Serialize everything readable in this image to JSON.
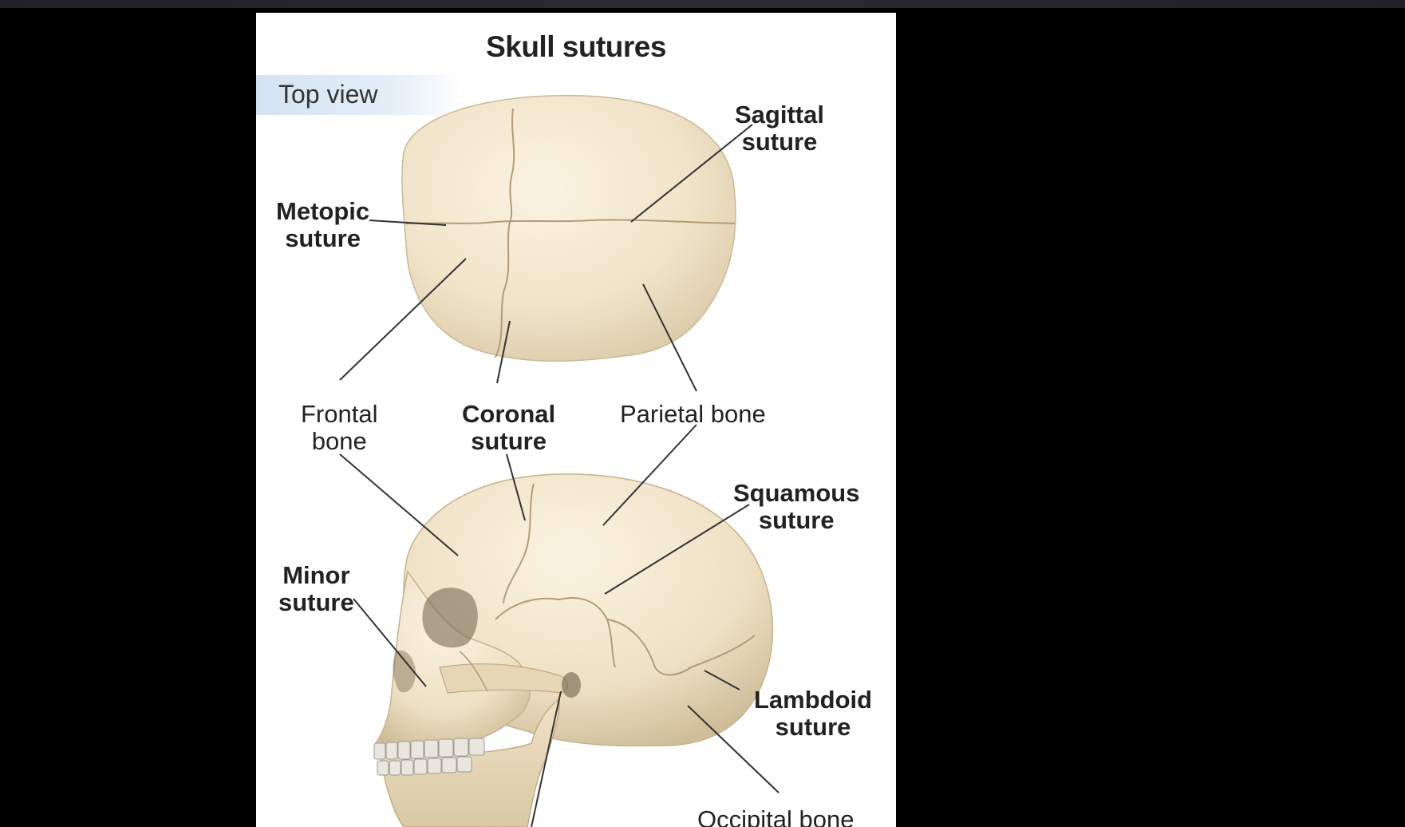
{
  "title": "Skull sutures",
  "view_tag": "Top view",
  "labels": {
    "sagittal": [
      "Sagittal",
      "suture"
    ],
    "metopic": [
      "Metopic",
      "suture"
    ],
    "frontal": [
      "Frontal",
      "bone"
    ],
    "coronal": [
      "Coronal",
      "suture"
    ],
    "parietal": [
      "Parietal bone"
    ],
    "squamous": [
      "Squamous",
      "suture"
    ],
    "minor": [
      "Minor",
      "suture"
    ],
    "lambdoid": [
      "Lambdoid",
      "suture"
    ],
    "occipital": [
      "Occipital bone"
    ]
  },
  "colors": {
    "bone": "#f0e3c8",
    "bone_shadow": "#d8c7a3",
    "suture": "#b29c78",
    "leader": "#333333"
  }
}
